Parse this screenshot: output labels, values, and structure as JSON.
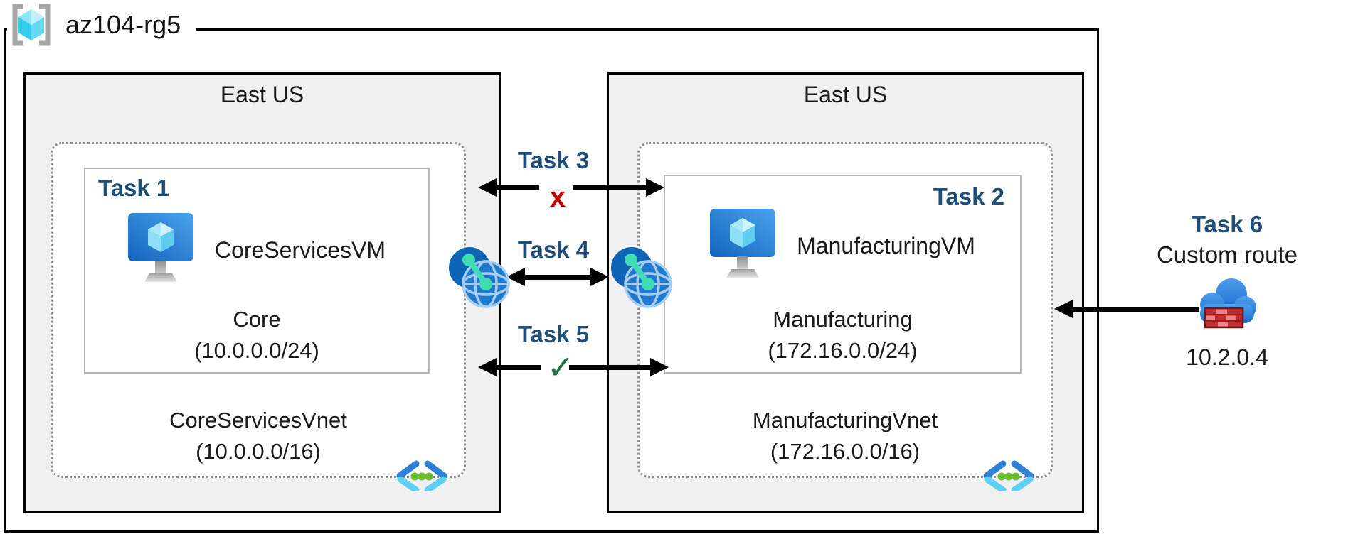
{
  "diagram": {
    "resource_group": "az104-rg5",
    "left_region": {
      "name": "East US",
      "subnet_task": "Task 1",
      "vm_name": "CoreServicesVM",
      "subnet_name": "Core",
      "subnet_cidr": "(10.0.0.0/24)",
      "vnet_name": "CoreServicesVnet",
      "vnet_cidr": "(10.0.0.0/16)"
    },
    "right_region": {
      "name": "East US",
      "subnet_task": "Task 2",
      "vm_name": "ManufacturingVM",
      "subnet_name": "Manufacturing",
      "subnet_cidr": "(172.16.0.0/24)",
      "vnet_name": "ManufacturingVnet",
      "vnet_cidr": "(172.16.0.0/16)"
    },
    "tasks": {
      "task3_label": "Task 3",
      "task3_status": "x",
      "task4_label": "Task 4",
      "task5_label": "Task 5",
      "task5_status": "✓",
      "task6_label": "Task 6",
      "task6_desc": "Custom route",
      "task6_ip": "10.2.0.4"
    },
    "icons": {
      "resource_group_icon": "azure-resource-group",
      "vm_icon": "azure-virtual-machine",
      "vnet_icon": "azure-virtual-network",
      "peering_icon": "network-peering-globe",
      "task6_icon": "cloud-firewall-nva"
    },
    "colors": {
      "task_label": "#1f4e79",
      "blocked_x": "#c00000",
      "allowed_check": "#1e7145",
      "region_fill": "#f0f0f0",
      "arrow": "#000000",
      "vnet_border": "#8f8f8f"
    }
  }
}
